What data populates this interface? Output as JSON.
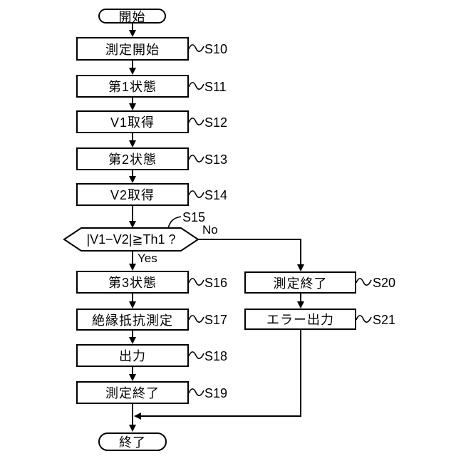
{
  "flow": {
    "start": {
      "label": "開始"
    },
    "end": {
      "label": "終了"
    },
    "s10": {
      "label": "測定開始",
      "step": "S10"
    },
    "s11": {
      "label": "第1状態",
      "step": "S11"
    },
    "s12": {
      "label": "V1取得",
      "step": "S12"
    },
    "s13": {
      "label": "第2状態",
      "step": "S13"
    },
    "s14": {
      "label": "V2取得",
      "step": "S14"
    },
    "s15": {
      "label": "|V1−V2|≧Th1 ?",
      "step": "S15",
      "yes_label": "Yes",
      "no_label": "No"
    },
    "s16": {
      "label": "第3状態",
      "step": "S16"
    },
    "s17": {
      "label": "絶縁抵抗測定",
      "step": "S17"
    },
    "s18": {
      "label": "出力",
      "step": "S18"
    },
    "s19": {
      "label": "測定終了",
      "step": "S19"
    },
    "s20": {
      "label": "測定終了",
      "step": "S20"
    },
    "s21": {
      "label": "エラー出力",
      "step": "S21"
    },
    "colors": {
      "line": "#000000",
      "background": "#ffffff"
    }
  }
}
